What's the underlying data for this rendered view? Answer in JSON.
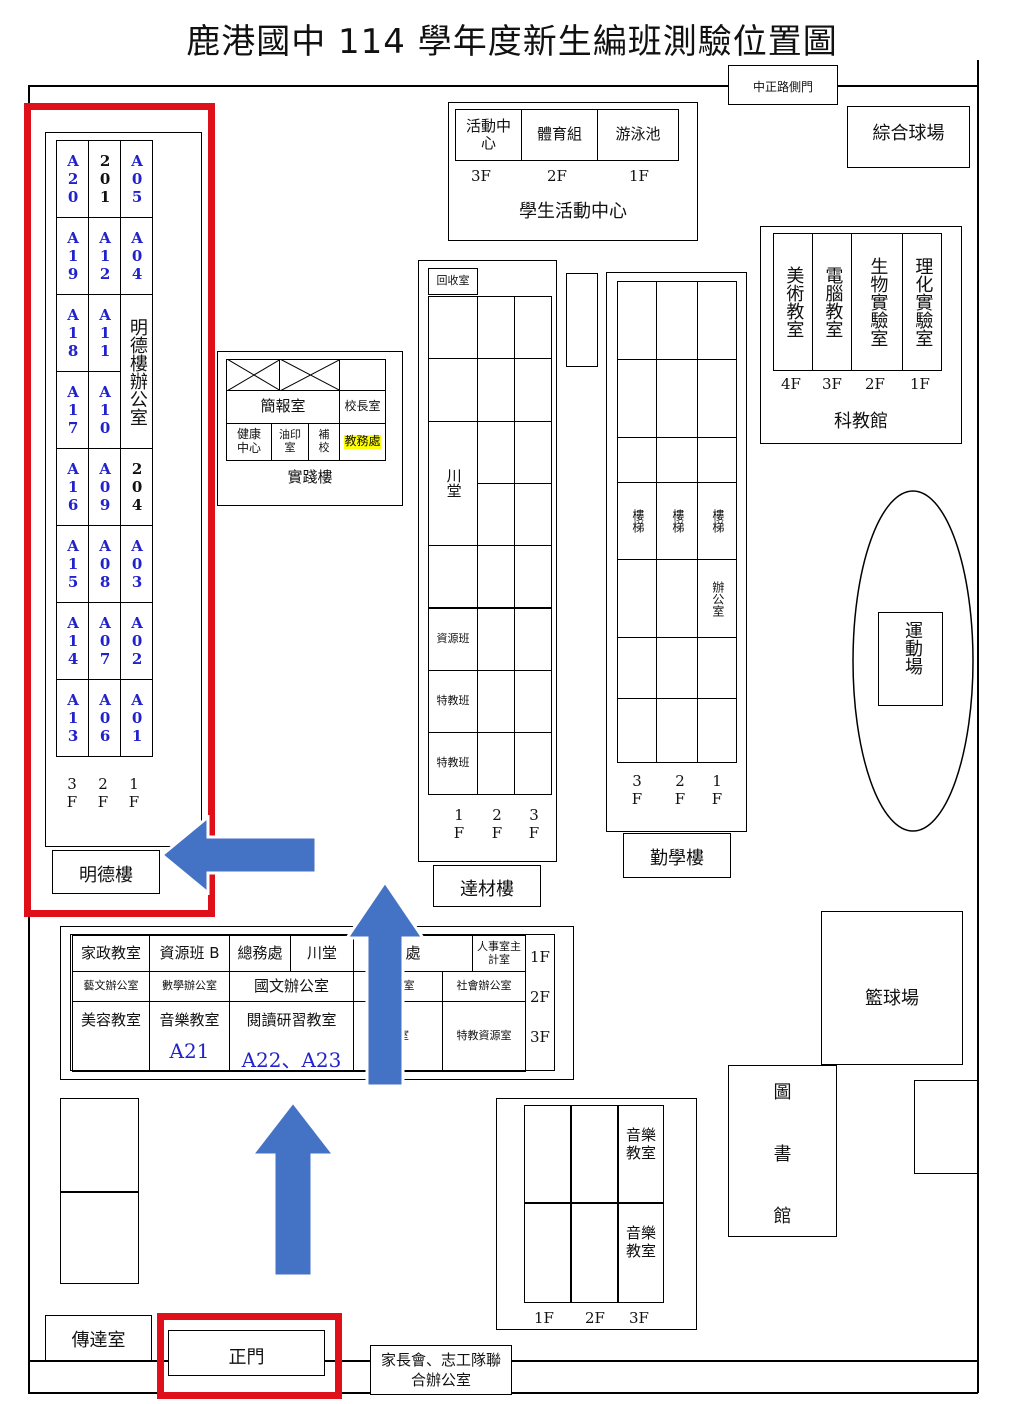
{
  "title": "鹿港國中 114 學年度新生編班測驗位置圖",
  "gates": {
    "side_gate": "中正路側門",
    "main_gate": "正門",
    "guard_room": "傳達室"
  },
  "sports": {
    "ball_field": "綜合球場",
    "track": "運動場",
    "basketball": "籃球場"
  },
  "activity_center": {
    "name": "學生活動中心",
    "rooms": [
      "活動中心",
      "體育組",
      "游泳池"
    ],
    "floors": [
      "3F",
      "2F",
      "1F"
    ]
  },
  "science": {
    "name": "科教館",
    "rooms": [
      "美術教室",
      "電腦教室",
      "生物實驗室",
      "理化實驗室"
    ],
    "floors": [
      "4F",
      "3F",
      "2F",
      "1F"
    ]
  },
  "mingde": {
    "name": "明德樓",
    "col_3f": [
      "A20",
      "A19",
      "A18",
      "A17",
      "A16",
      "A15",
      "A14",
      "A13"
    ],
    "col_2f": [
      "201",
      "A12",
      "A11",
      "A10",
      "A09",
      "A08",
      "A07",
      "A06"
    ],
    "col_1f": [
      "A05",
      "A04",
      "明德樓辦公室",
      "204",
      "A03",
      "A02",
      "A01"
    ],
    "floors": [
      "3F",
      "2F",
      "1F"
    ]
  },
  "shijian": {
    "name": "實踐樓",
    "rooms": [
      "簡報室",
      "校長室",
      "健康中心",
      "油印室",
      "補校",
      "教務處"
    ]
  },
  "dacai": {
    "name": "達材樓",
    "rooms": [
      "回收室",
      "川堂",
      "資源班",
      "特教班",
      "特教班"
    ],
    "floors": [
      "1F",
      "2F",
      "3F"
    ]
  },
  "qinxue": {
    "name": "勤學樓",
    "rooms": [
      "樓梯",
      "樓梯",
      "樓梯",
      "辦公室"
    ],
    "floors": [
      "3F",
      "2F",
      "1F"
    ]
  },
  "main_bldg": {
    "row1": [
      "家政教室",
      "資源班 B",
      "總務處",
      "川堂",
      "處",
      "人事室主計室"
    ],
    "row2": [
      "藝文辦公室",
      "數學辦公室",
      "國文辦公室",
      "辦公室",
      "社會辦公室"
    ],
    "row3": [
      "美容教室",
      "音樂教室",
      "閱讀研習教室",
      "源室",
      "特教資源室"
    ],
    "exam_rooms": [
      "A21",
      "A22、A23"
    ],
    "floors": [
      "1F",
      "2F",
      "3F"
    ]
  },
  "library": {
    "chars": [
      "圖",
      "書",
      "館"
    ]
  },
  "music_bldg": {
    "rooms": [
      "音樂教室",
      "音樂教室"
    ],
    "floors": [
      "1F",
      "2F",
      "3F"
    ]
  },
  "parents": "家長會、志工隊聯合辦公室",
  "colors": {
    "highlight_red": "#e0101a",
    "arrow_blue": "#4472c4",
    "exam_blue": "#2222cc",
    "mark_yellow": "#ffff00"
  }
}
